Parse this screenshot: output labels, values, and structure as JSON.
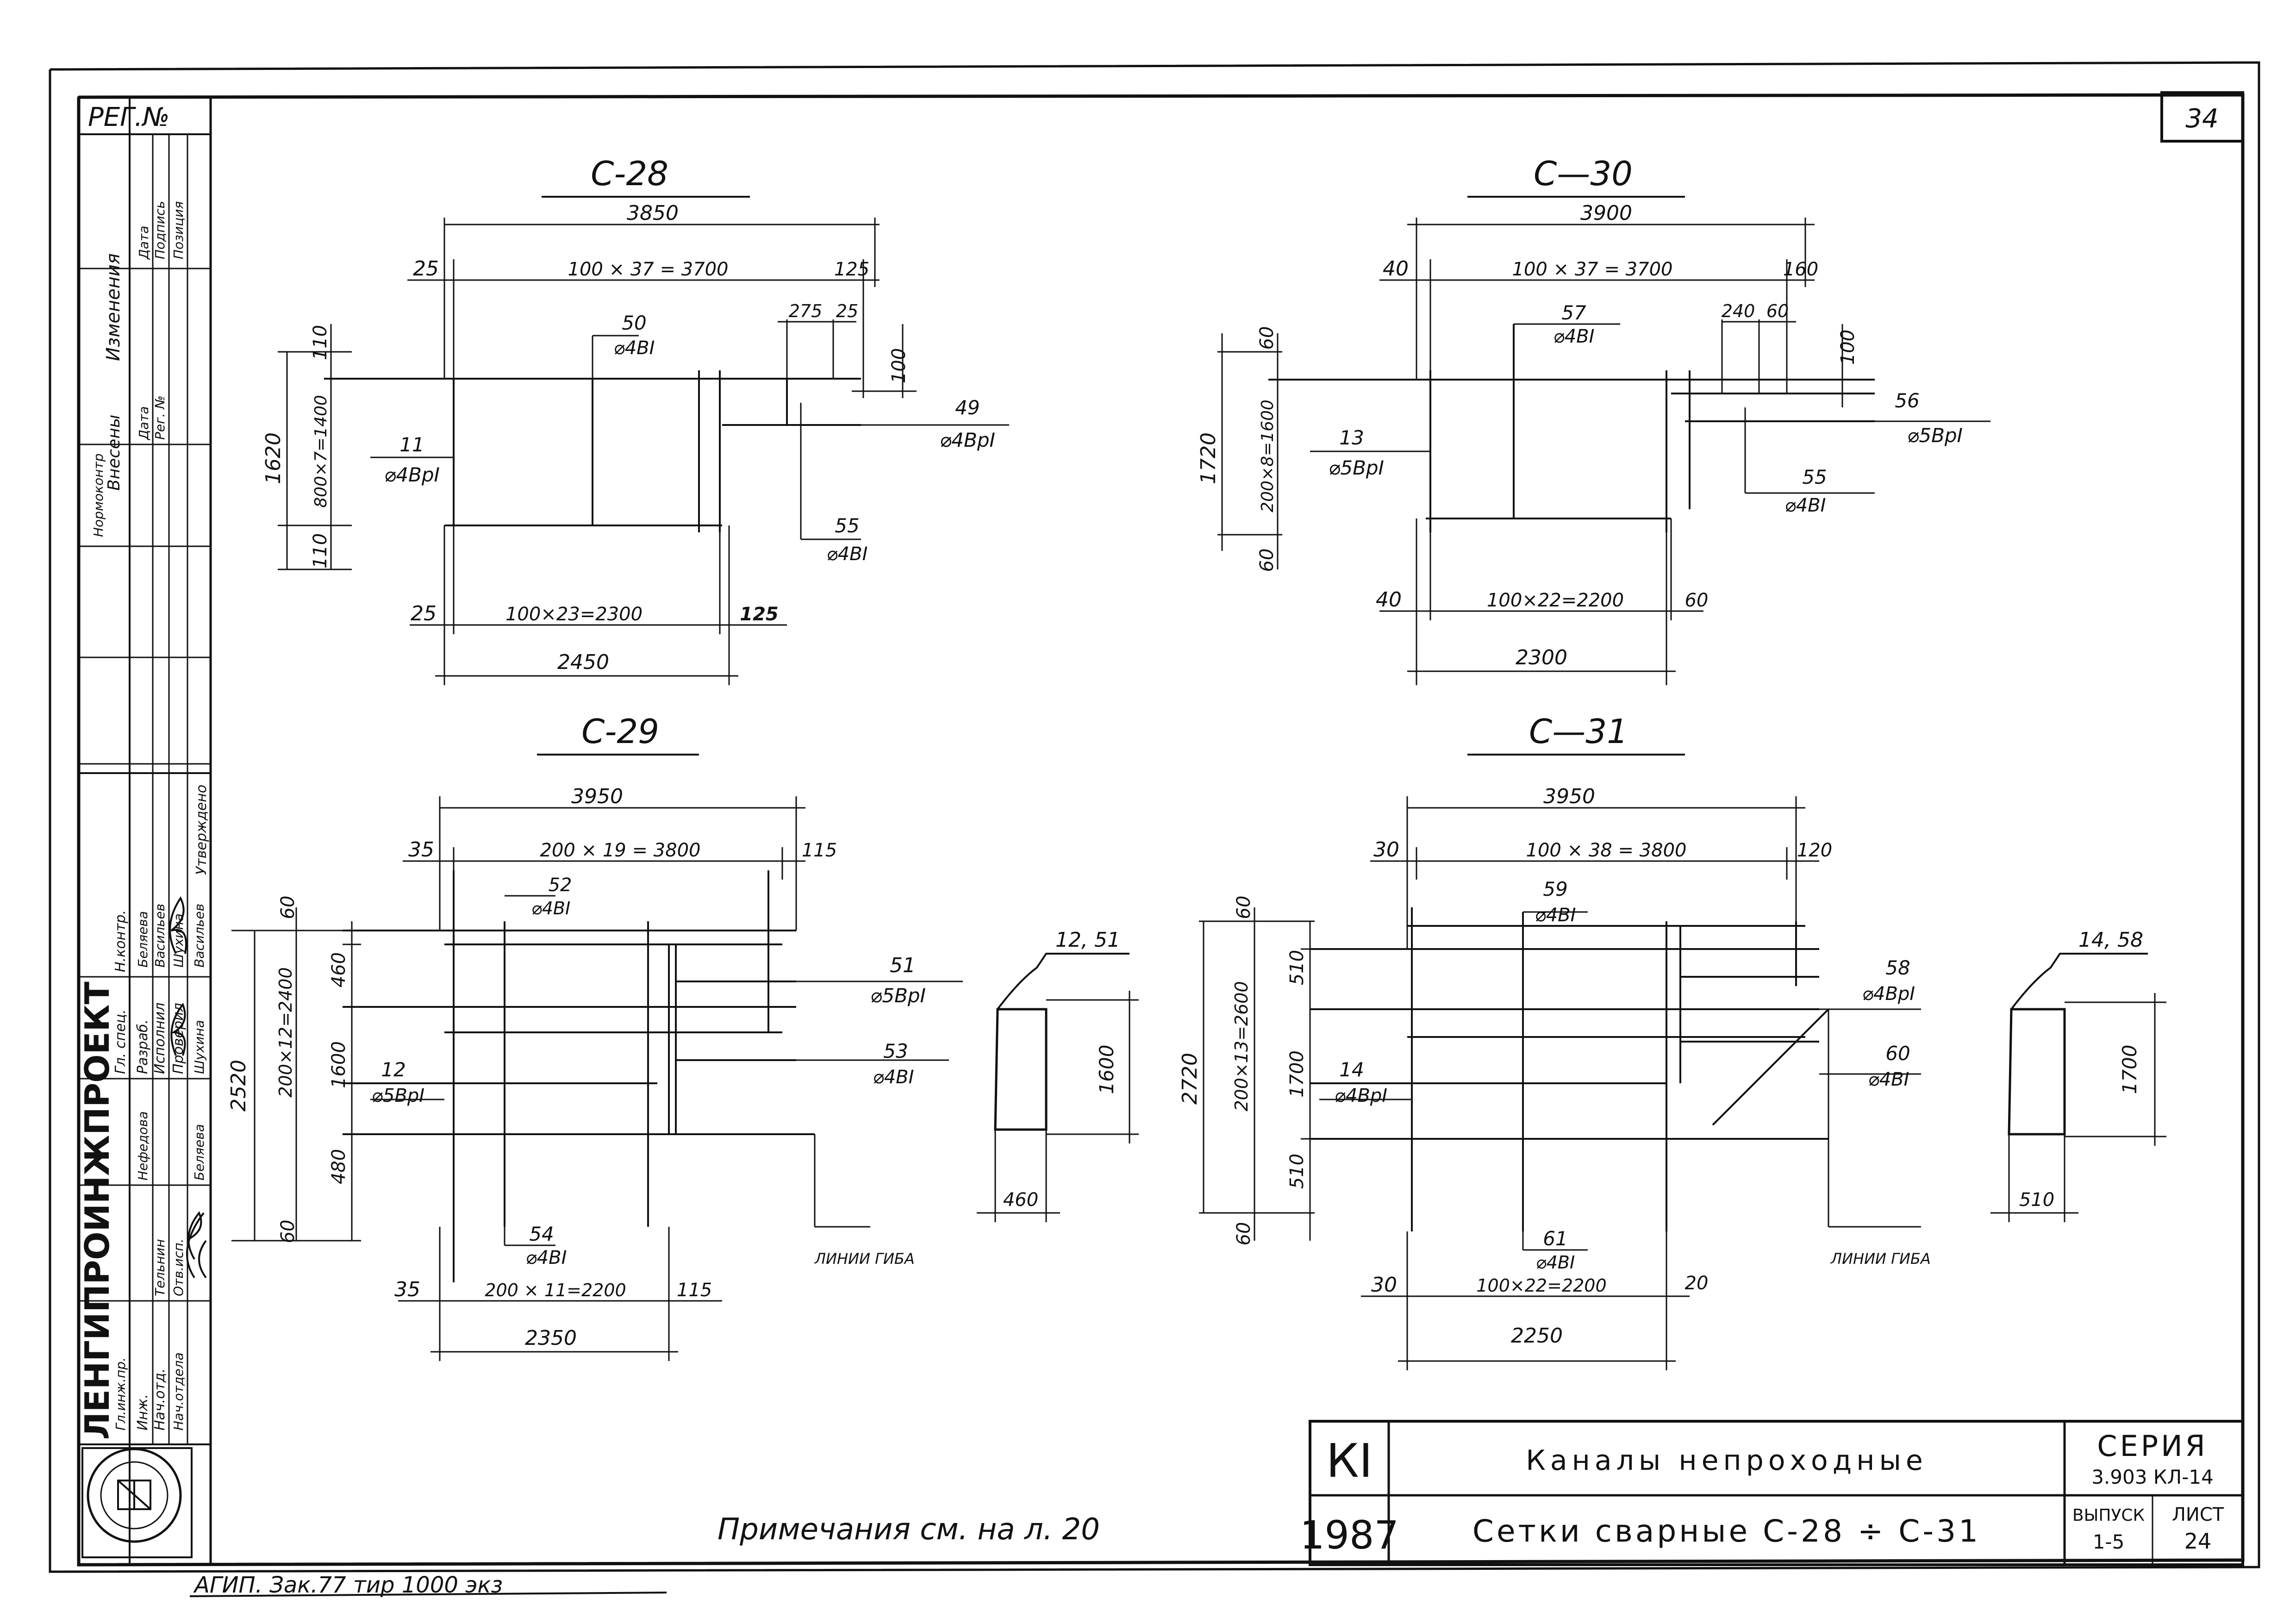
{
  "sheet_number": "34",
  "left_strip": {
    "reg_label": "РЕГ.№",
    "changes_header": "Изменения",
    "changes_cols": [
      "Позиция",
      "Подпись",
      "Дата"
    ],
    "entered_header": "Внесены",
    "entered_cols": [
      "Нормоконтр",
      "Дата",
      "Рег. №"
    ],
    "org": "ЛЕНГИПРОИНЖПРОЕКТ",
    "approved": "Утверждено",
    "roles": [
      "Гл. спец.",
      "Н.контр.",
      "Разраб.",
      "Исполнил",
      "Проверил",
      "Гл.инж.пр.",
      "Нач.отдела",
      "Нач.отд.",
      "Инж."
    ],
    "names": [
      "Васильев",
      "Беляева",
      "Васильев",
      "Шухина",
      "Шухина",
      "Беляева",
      "Нефедова",
      "Тельнин",
      "Отв.исп."
    ]
  },
  "drawings": {
    "c28": {
      "title": "С-28",
      "dims": [
        "3850",
        "25",
        "100 × 37 = 3700",
        "125",
        "275",
        "25",
        "100",
        "110",
        "1620",
        "800×7=1400",
        "110",
        "25",
        "100×23=2300",
        "125",
        "2450"
      ],
      "callouts": [
        {
          "num": "50",
          "spec": "⌀4ВI"
        },
        {
          "num": "11",
          "spec": "⌀4ВрI"
        },
        {
          "num": "49",
          "spec": "⌀4ВрI"
        },
        {
          "num": "55",
          "spec": "⌀4ВI"
        }
      ]
    },
    "c30": {
      "title": "С—30",
      "dims": [
        "3900",
        "40",
        "100 × 37 = 3700",
        "160",
        "240",
        "60",
        "100",
        "60",
        "1720",
        "200×8=1600",
        "60",
        "40",
        "100×22=2200",
        "60",
        "2300"
      ],
      "callouts": [
        {
          "num": "57",
          "spec": "⌀4ВI"
        },
        {
          "num": "13",
          "spec": "⌀5ВрI"
        },
        {
          "num": "56",
          "spec": "⌀5ВрI"
        },
        {
          "num": "55",
          "spec": "⌀4ВI"
        }
      ]
    },
    "c29": {
      "title": "С-29",
      "dims": [
        "3950",
        "35",
        "200 × 19 = 3800",
        "115",
        "60",
        "460",
        "1600",
        "2520",
        "200×12=2400",
        "480",
        "60",
        "35",
        "200 × 11=2200",
        "115",
        "2350"
      ],
      "callouts": [
        {
          "num": "52",
          "spec": "⌀4ВI"
        },
        {
          "num": "51",
          "spec": "⌀5ВрI"
        },
        {
          "num": "12",
          "spec": "⌀5ВрI"
        },
        {
          "num": "53",
          "spec": "⌀4ВI"
        },
        {
          "num": "54",
          "spec": "⌀4ВI"
        }
      ],
      "bend_label": "ЛИНИИ ГИБА",
      "detail": {
        "label": "12, 51",
        "height": "1600",
        "width": "460"
      }
    },
    "c31": {
      "title": "С—31",
      "dims": [
        "3950",
        "30",
        "100 × 38 = 3800",
        "120",
        "60",
        "510",
        "1700",
        "2720",
        "200×13=2600",
        "510",
        "60",
        "30",
        "100×22=2200",
        "20",
        "2250"
      ],
      "callouts": [
        {
          "num": "59",
          "spec": "⌀4ВI"
        },
        {
          "num": "58",
          "spec": "⌀4ВрI"
        },
        {
          "num": "14",
          "spec": "⌀4ВрI"
        },
        {
          "num": "60",
          "spec": "⌀4ВI"
        },
        {
          "num": "61",
          "spec": "⌀4ВI"
        }
      ],
      "bend_label": "ЛИНИИ ГИБА",
      "detail": {
        "label": "14, 58",
        "height": "1700",
        "width": "510"
      }
    }
  },
  "note": "Примечания см. на л. 20",
  "stamp": {
    "code": "КI",
    "year": "1987",
    "title1": "Каналы непроходные",
    "title2": "Сетки сварные С-28 ÷ С-31",
    "series_label": "СЕРИЯ",
    "series_value": "3.903 КЛ-14",
    "issue_label": "ВЫПУСК",
    "issue_value": "1-5",
    "sheet_label": "ЛИСТ",
    "sheet_value": "24"
  },
  "footer": "АГИП. Зак.77 тир 1000 экз"
}
